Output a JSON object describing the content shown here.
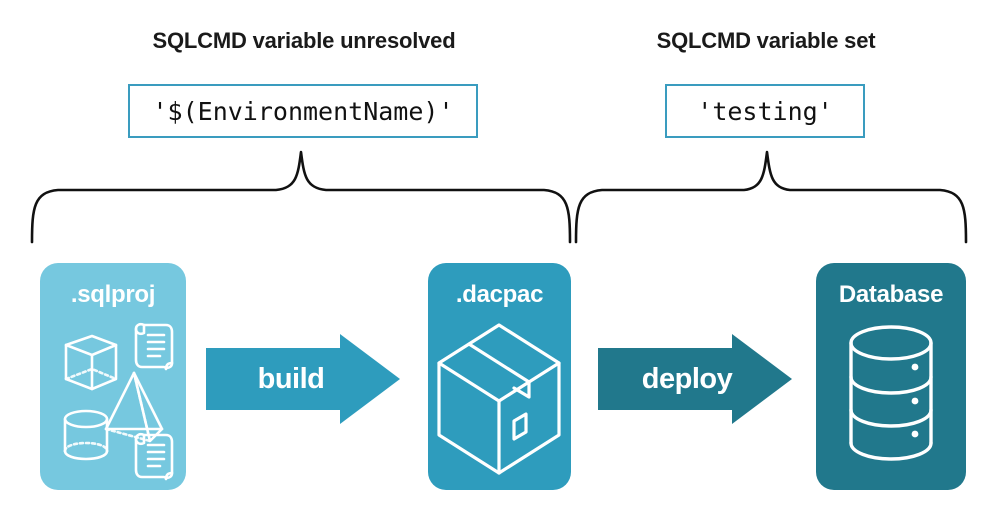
{
  "headers": {
    "left": "SQLCMD variable unresolved",
    "right": "SQLCMD variable set"
  },
  "code_boxes": {
    "left_value": "'$(EnvironmentName)'",
    "right_value": "'testing'"
  },
  "pipeline": {
    "stages": [
      {
        "label": ".sqlproj",
        "color": "#76c8df",
        "icon": "project-shapes-icon"
      },
      {
        "label": ".dacpac",
        "color": "#2e9cbd",
        "icon": "package-box-icon"
      },
      {
        "label": "Database",
        "color": "#21788c",
        "icon": "database-cylinder-icon"
      }
    ],
    "arrows": [
      {
        "label": "build",
        "color": "#2e9cbd"
      },
      {
        "label": "deploy",
        "color": "#21788c"
      }
    ]
  },
  "colors": {
    "box_border": "#3a9cbf",
    "brace_stroke": "#111111",
    "text_dark": "#1a1a1a",
    "text_light": "#ffffff",
    "background": "#ffffff"
  }
}
